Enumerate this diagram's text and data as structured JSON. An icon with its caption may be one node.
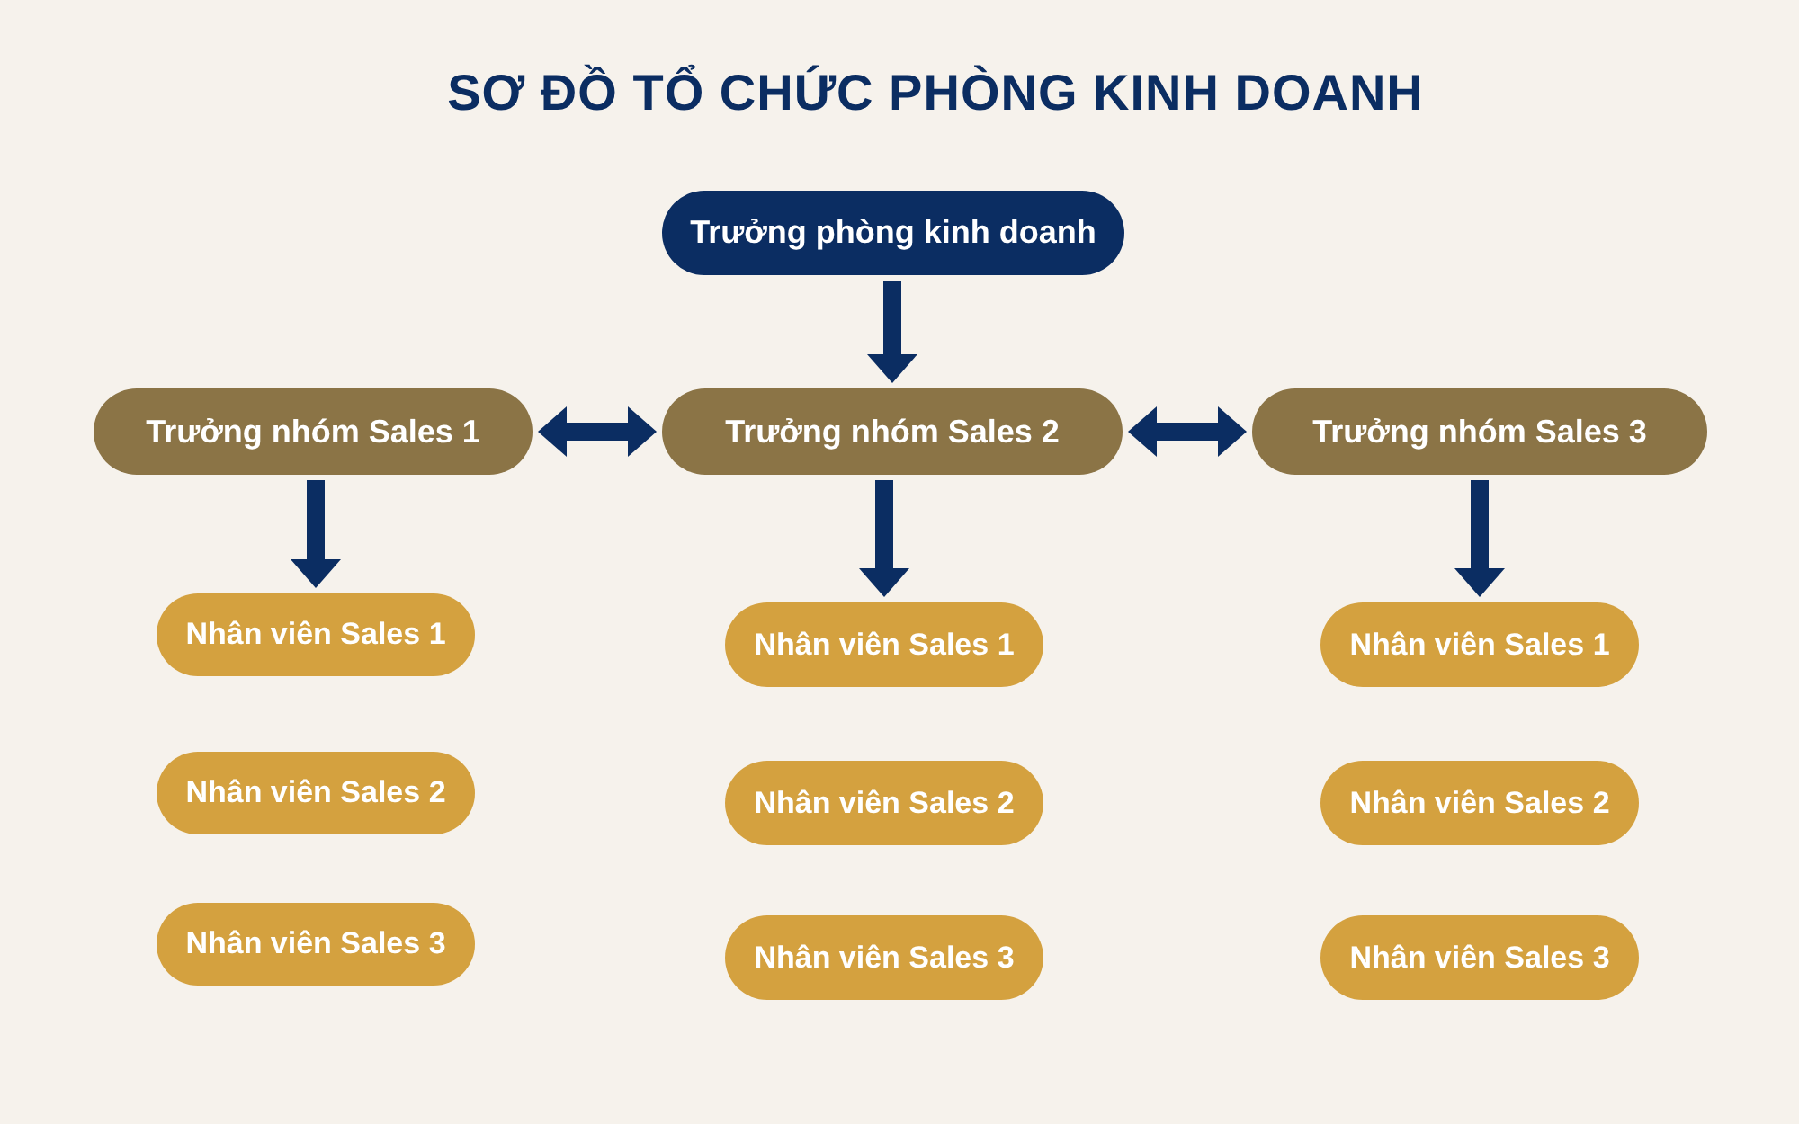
{
  "diagram": {
    "title": "SƠ ĐỒ TỔ CHỨC PHÒNG KINH DOANH",
    "nodes": [
      {
        "text": [
          "Trưởng phòng kinh doanh"
        ]
      },
      {
        "text": [
          "Trưởng nhóm Sales 1"
        ]
      },
      {
        "text": [
          "Trưởng nhóm Sales 2"
        ]
      },
      {
        "text": [
          "Trưởng nhóm Sales 3"
        ]
      },
      {
        "text": [
          "Nhân viên Sales 1"
        ]
      },
      {
        "text": [
          "Nhân viên Sales 2"
        ]
      },
      {
        "text": [
          "Nhân viên Sales 3"
        ]
      },
      {
        "text": [
          "Nhân viên Sales 1"
        ]
      },
      {
        "text": [
          "Nhân viên Sales 2"
        ]
      },
      {
        "text": [
          "Nhân viên Sales 3"
        ]
      },
      {
        "text": [
          "Nhân viên Sales 1"
        ]
      },
      {
        "text": [
          "Nhân viên Sales 2"
        ]
      },
      {
        "text": [
          "Nhân viên Sales 3"
        ]
      }
    ],
    "edges": [
      {
        "from": 0,
        "to": 2,
        "arrow": "to"
      },
      {
        "from": 1,
        "to": 2,
        "arrow": "both"
      },
      {
        "from": 2,
        "to": 3,
        "arrow": "both"
      },
      {
        "from": 1,
        "to": 4,
        "arrow": "to"
      },
      {
        "from": 2,
        "to": 7,
        "arrow": "to"
      },
      {
        "from": 3,
        "to": 10,
        "arrow": "to"
      }
    ]
  }
}
